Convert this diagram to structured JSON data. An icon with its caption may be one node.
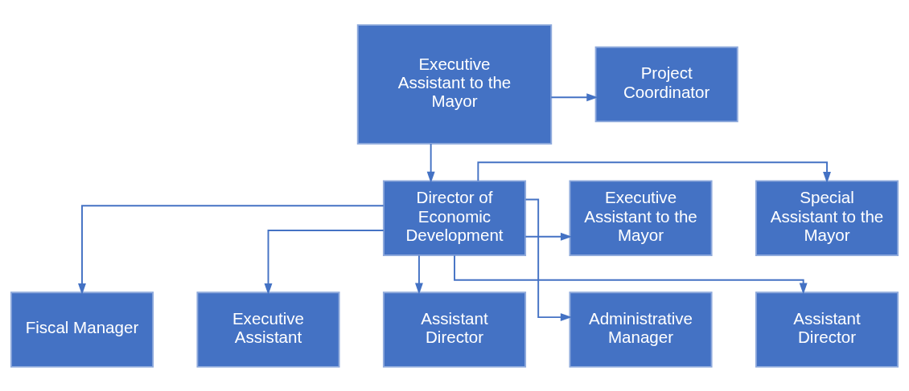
{
  "diagram": {
    "nodes": [
      {
        "text": [
          "Executive Assistant to the Mayor"
        ]
      },
      {
        "text": [
          "Project Coordinator"
        ]
      },
      {
        "text": [
          "Director of Economic Development"
        ]
      },
      {
        "text": [
          "Special Assistant to the Mayor"
        ]
      },
      {
        "text": [
          "Executive Assistant to the Mayor"
        ]
      },
      {
        "text": [
          "Fiscal Manager"
        ]
      },
      {
        "text": [
          "Executive Assistant"
        ]
      },
      {
        "text": [
          "Assistant Director"
        ]
      },
      {
        "text": [
          "Administrative Manager"
        ]
      },
      {
        "text": [
          "Assistant Director"
        ]
      }
    ],
    "edges": [
      {
        "from": 0,
        "to": 1,
        "arrow": "to"
      },
      {
        "from": 0,
        "to": 2,
        "arrow": "to"
      },
      {
        "from": 2,
        "to": 3,
        "arrow": "to"
      },
      {
        "from": 2,
        "to": 4,
        "arrow": "to"
      },
      {
        "from": 2,
        "to": 5,
        "arrow": "to"
      },
      {
        "from": 2,
        "to": 6,
        "arrow": "to"
      },
      {
        "from": 2,
        "to": 7,
        "arrow": "to"
      },
      {
        "from": 2,
        "to": 8,
        "arrow": "to"
      },
      {
        "from": 2,
        "to": 9,
        "arrow": "to"
      }
    ]
  }
}
